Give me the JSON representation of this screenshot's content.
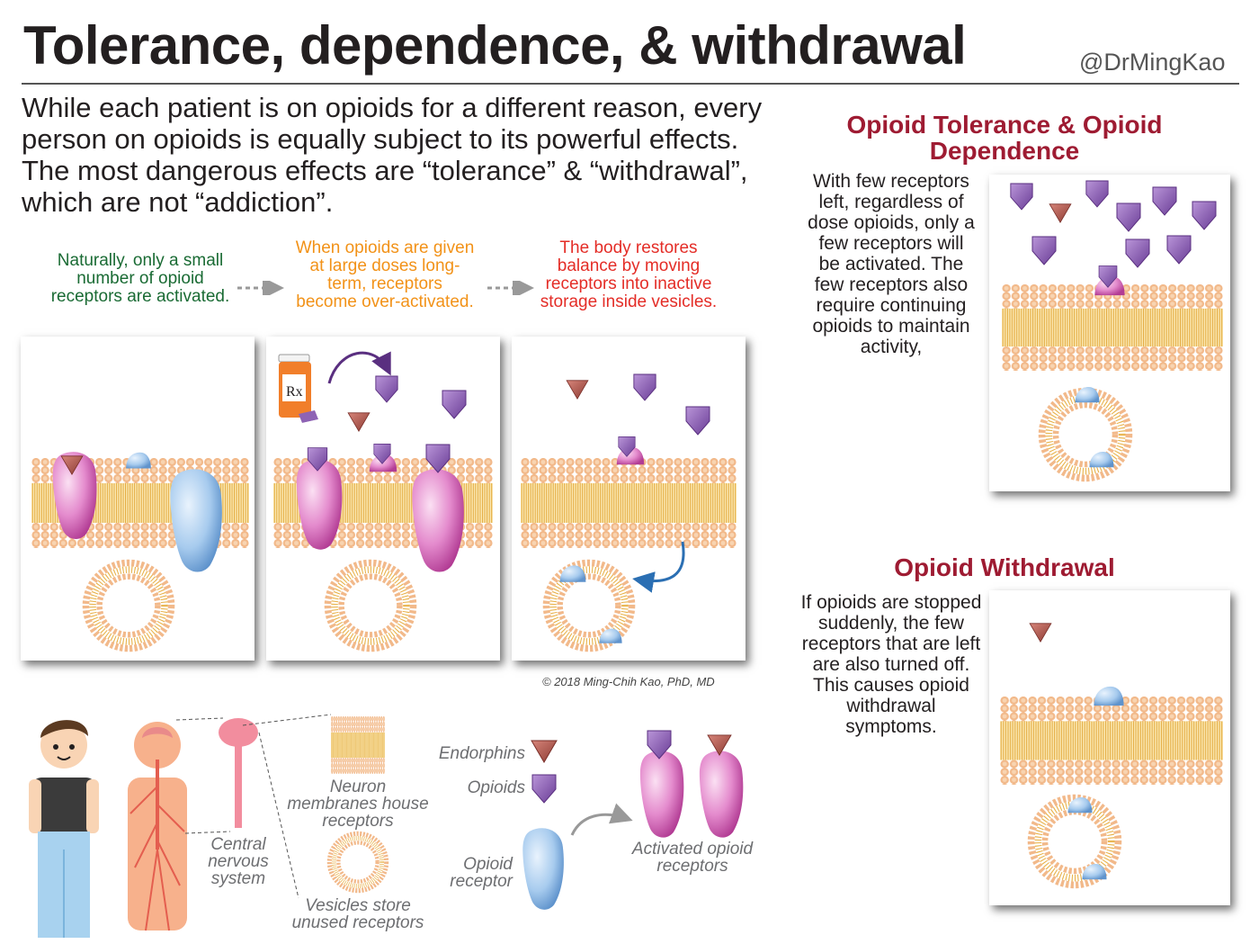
{
  "title": "Tolerance, dependence, & withdrawal",
  "handle": "@DrMingKao",
  "intro": "While each patient is on opioids for a different reason, every person on opioids is equally subject to its powerful effects. The most dangerous effects are “tolerance” & “withdrawal”, which are not “addiction”.",
  "steps": [
    {
      "caption": "Naturally, only a small number of opioid receptors are activated.",
      "color": "#1a6b34"
    },
    {
      "caption": "When opioids are given at large doses long-term, receptors become over-activated.",
      "color": "#f29218"
    },
    {
      "caption": "The body restores balance by moving receptors into inactive storage inside vesicles.",
      "color": "#e42d27"
    }
  ],
  "pill_label": "Rx",
  "copyright": "© 2018 Ming-Chih Kao, PhD, MD",
  "legend": {
    "cns": "Central nervous system",
    "membranes": "Neuron membranes house receptors",
    "vesicles": "Vesicles store unused receptors",
    "endorphins": "Endorphins",
    "opioids": "Opioids",
    "receptor": "Opioid receptor",
    "activated": "Activated opioid receptors"
  },
  "right": {
    "tolerance_heading": "Opioid Tolerance & Opioid Dependence",
    "tolerance_text": "With few receptors left, regardless of dose opioids, only a few receptors will be activated. The few receptors also require continuing opioids to maintain activity,",
    "withdrawal_heading": "Opioid Withdrawal",
    "withdrawal_text": "If opioids are stopped suddenly, the few receptors that are left are also turned off. This causes opioid withdrawal symptoms."
  },
  "colors": {
    "heading": "#9e1b32",
    "lipid_head": "#f2b98a",
    "lipid_tail": "#e8b24a",
    "opioid": "#8e63b4",
    "endorphin": "#a0473e",
    "receptor_active": "#d35bb0",
    "receptor_inactive": "#8fb9e3"
  }
}
